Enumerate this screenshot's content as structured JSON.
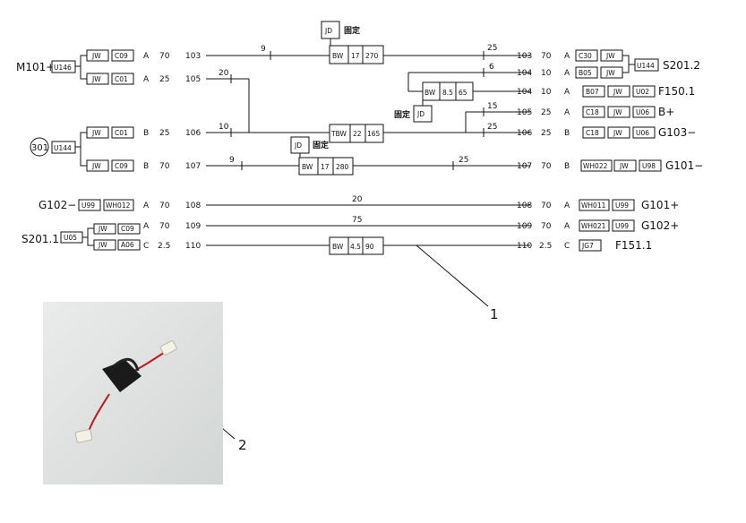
{
  "labels": {
    "M101": "M101+",
    "S201_2": "S201.2",
    "F150_1": "F150.1",
    "Bplus": "B+",
    "G103": "G103−",
    "G101m": "G101−",
    "G102m": "G102−",
    "G101p": "G101+",
    "G102p": "G102+",
    "S201_1": "S201.1",
    "F151_1": "F151.1",
    "c301": "301",
    "fix": "固定",
    "callout1": "1",
    "callout2": "2"
  },
  "codes": {
    "U146": "U146",
    "U144": "U144",
    "U05": "U05",
    "U99": "U99",
    "U02": "U02",
    "U06": "U06",
    "U98": "U98",
    "JW": "JW",
    "C09": "C09",
    "C01": "C01",
    "A06": "A06",
    "WH012": "WH012",
    "C30": "C30",
    "B05": "B05",
    "B07": "B07",
    "C18": "C18",
    "WH022": "WH022",
    "WH011": "WH011",
    "WH021": "WH021",
    "JG7": "JG7",
    "JD": "JD"
  },
  "wires": [
    {
      "section": "A",
      "gauge": "70",
      "left": "103",
      "right": "103",
      "rgauge": "70",
      "rsection": "A"
    },
    {
      "right": "104",
      "rgauge": "10",
      "rsection": "A"
    },
    {
      "section": "A",
      "gauge": "25",
      "left": "105",
      "right": "104",
      "rgauge": "10",
      "rsection": "A"
    },
    {
      "right": "105",
      "rgauge": "25",
      "rsection": "A"
    },
    {
      "section": "B",
      "gauge": "25",
      "left": "106",
      "right": "106",
      "rgauge": "25",
      "rsection": "B"
    },
    {
      "section": "B",
      "gauge": "70",
      "left": "107",
      "right": "107",
      "rgauge": "70",
      "rsection": "B"
    },
    {
      "section": "A",
      "gauge": "70",
      "left": "108",
      "right": "108",
      "rgauge": "70",
      "rsection": "A"
    },
    {
      "section": "A",
      "gauge": "70",
      "left": "109",
      "right": "109",
      "rgauge": "70",
      "rsection": "A"
    },
    {
      "section": "C",
      "gauge": "2.5",
      "left": "110",
      "right": "110",
      "rgauge": "2.5",
      "rsection": "C"
    }
  ],
  "lengths": {
    "l9a": "9",
    "l25a": "25",
    "l6": "6",
    "l20a": "20",
    "l15": "15",
    "l10": "10",
    "l25b": "25",
    "l9b": "9",
    "l25c": "25",
    "l20b": "20",
    "l75": "75"
  },
  "fuses": {
    "f1": {
      "type": "BW",
      "rating": "17",
      "size": "270"
    },
    "f2": {
      "type": "BW",
      "rating": "8.5",
      "size": "65"
    },
    "f3": {
      "type": "TBW",
      "rating": "22",
      "size": "165"
    },
    "f4": {
      "type": "BW",
      "rating": "17",
      "size": "280"
    },
    "f5": {
      "type": "BW",
      "rating": "4.5",
      "size": "90"
    }
  }
}
